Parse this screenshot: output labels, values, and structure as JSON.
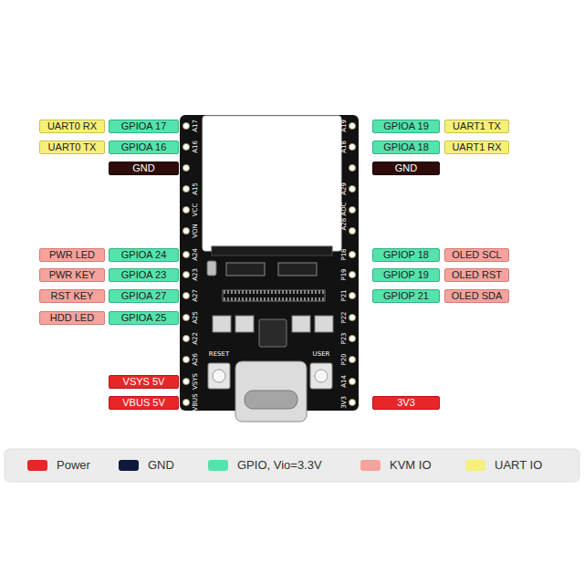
{
  "diagram": {
    "nodes": [
      {
        "text": [
          "UART0 RX"
        ]
      },
      {
        "text": [
          "GPIOA 17"
        ]
      },
      {
        "text": [
          "GPIOA 19"
        ]
      },
      {
        "text": [
          "UART1 TX"
        ]
      },
      {
        "text": [
          "UART0 TX"
        ]
      },
      {
        "text": [
          "GPIOA 16"
        ]
      },
      {
        "text": [
          "GPIOA 18"
        ]
      },
      {
        "text": [
          "UART1 RX"
        ]
      },
      {
        "text": [
          "GND"
        ]
      },
      {
        "text": [
          "GND"
        ]
      },
      {
        "text": [
          "PWR LED"
        ]
      },
      {
        "text": [
          "GPIOA 24"
        ]
      },
      {
        "text": [
          "GPIOP 18"
        ]
      },
      {
        "text": [
          "OLED SCL"
        ]
      },
      {
        "text": [
          "PWR KEY"
        ]
      },
      {
        "text": [
          "GPIOA 23"
        ]
      },
      {
        "text": [
          "GPIOP 19"
        ]
      },
      {
        "text": [
          "OLED RST"
        ]
      },
      {
        "text": [
          "RST KEY"
        ]
      },
      {
        "text": [
          "GPIOA 27"
        ]
      },
      {
        "text": [
          "GPIOP 21"
        ]
      },
      {
        "text": [
          "OLED SDA"
        ]
      },
      {
        "text": [
          "HDD LED"
        ]
      },
      {
        "text": [
          "GPIOA 25"
        ]
      },
      {
        "text": [
          "VSYS 5V"
        ]
      },
      {
        "text": [
          "VBUS 5V"
        ]
      },
      {
        "text": [
          "3V3"
        ]
      }
    ],
    "labels": [
      "A17",
      "A16",
      "A15",
      "VCC",
      "VON",
      "A24",
      "A23",
      "A27",
      "A25",
      "A22",
      "A26",
      "VSYS",
      "VBUS",
      "A19",
      "A18",
      "A29",
      "A28 ADC",
      "P18",
      "P19",
      "P21",
      "P22",
      "P23",
      "P20",
      "A14",
      "3V3",
      "RESET",
      "USER"
    ],
    "legend": [
      {
        "text": "Power",
        "color": "#e8262a"
      },
      {
        "text": "GND",
        "color": "#0e1a3c"
      },
      {
        "text": "GPIO, Vio=3.3V",
        "color": "#55e3ad"
      },
      {
        "text": "KVM IO",
        "color": "#f4a39d"
      },
      {
        "text": "UART IO",
        "color": "#f6ef7c"
      }
    ]
  }
}
